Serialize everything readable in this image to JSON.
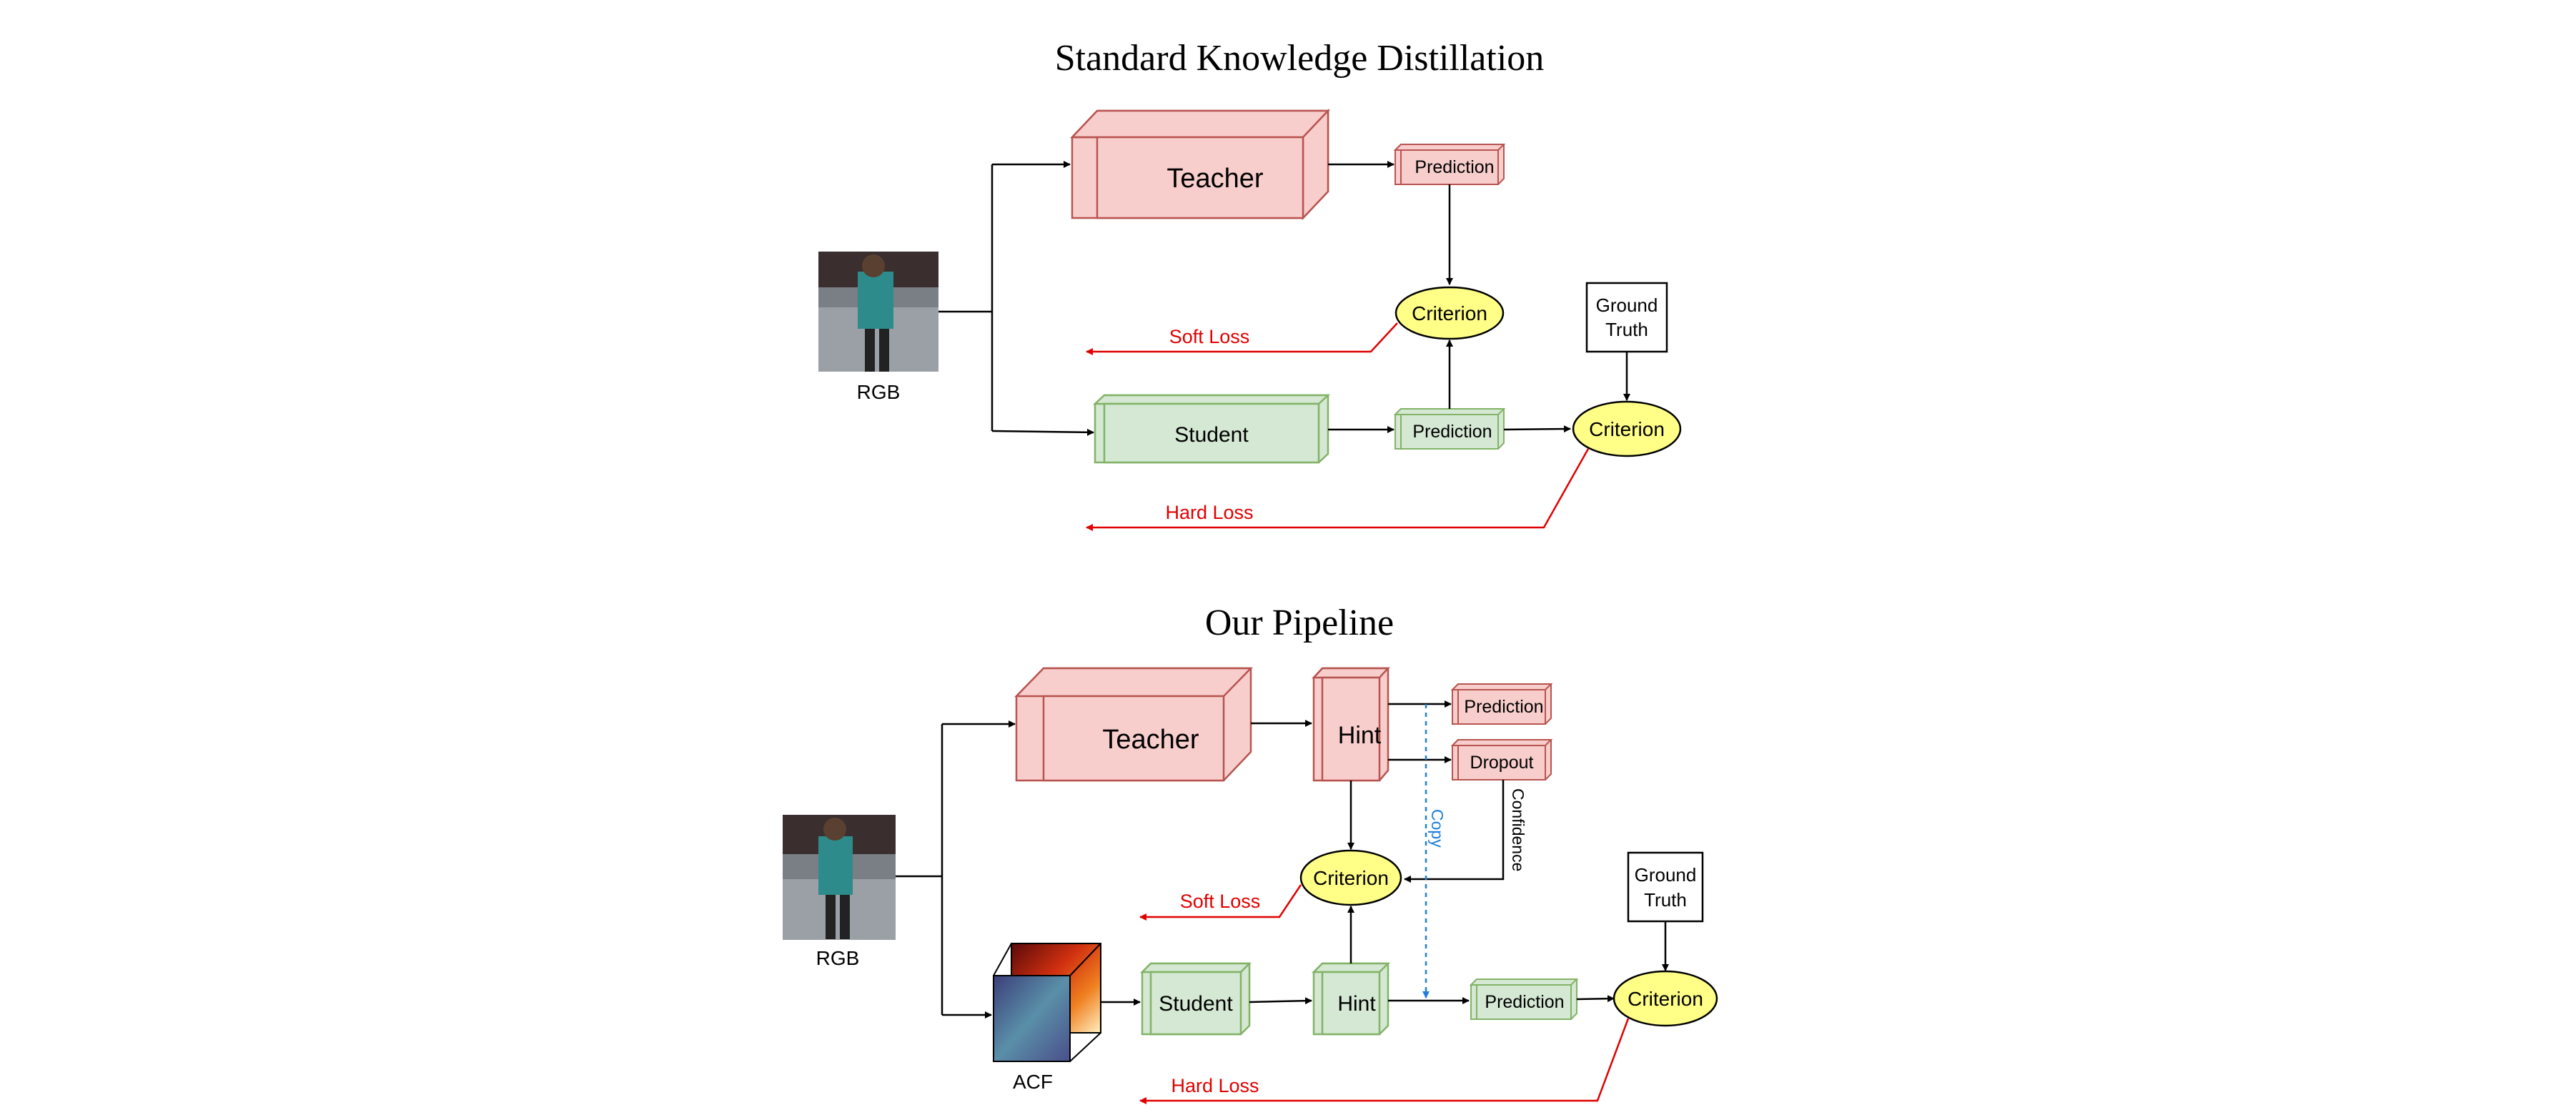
{
  "titles": {
    "standard": "Standard Knowledge Distillation",
    "pipeline": "Our Pipeline"
  },
  "standard": {
    "rgb_label": "RGB",
    "teacher": "Teacher",
    "student": "Student",
    "teacher_prediction": "Prediction",
    "student_prediction": "Prediction",
    "criterion_soft": "Criterion",
    "criterion_hard": "Criterion",
    "ground_truth_line1": "Ground",
    "ground_truth_line2": "Truth",
    "soft_loss": "Soft Loss",
    "hard_loss": "Hard Loss"
  },
  "pipeline": {
    "rgb_label": "RGB",
    "acf_label": "ACF",
    "teacher": "Teacher",
    "student": "Student",
    "teacher_hint": "Hint",
    "student_hint": "Hint",
    "teacher_prediction": "Prediction",
    "dropout": "Dropout",
    "confidence": "Confidence",
    "copy": "Copy",
    "criterion_soft": "Criterion",
    "criterion_hard": "Criterion",
    "student_prediction": "Prediction",
    "ground_truth_line1": "Ground",
    "ground_truth_line2": "Truth",
    "soft_loss": "Soft Loss",
    "hard_loss": "Hard Loss"
  },
  "colors": {
    "teacher_fill": "#f8cecc",
    "teacher_stroke": "#b85450",
    "student_fill": "#d5e8d4",
    "student_stroke": "#82b366",
    "criterion_fill": "#ffff88",
    "loss_red": "#e00000",
    "copy_blue": "#1e7fd8"
  }
}
